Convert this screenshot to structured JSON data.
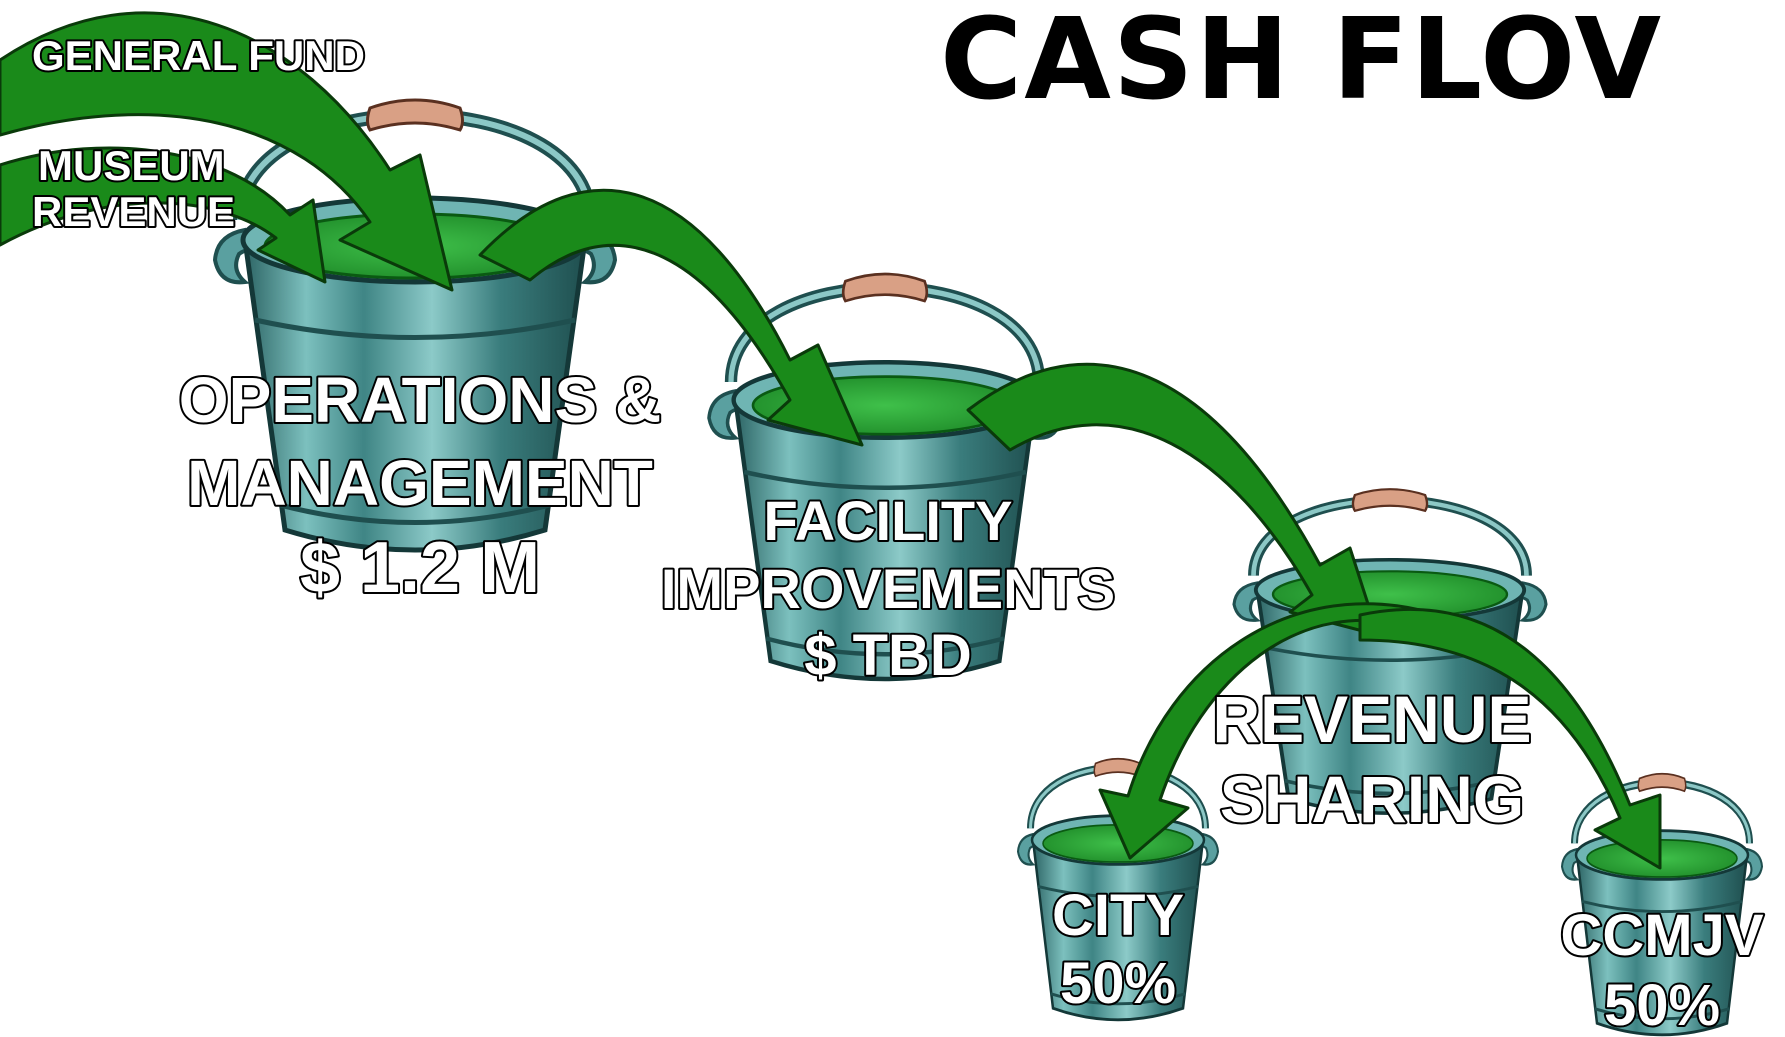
{
  "title": "CASH FLOV",
  "sources": {
    "general_fund": "GENERAL FUND",
    "museum_revenue": [
      "MUSEUM",
      "REVENUE"
    ]
  },
  "buckets": {
    "operations": {
      "lines": [
        "OPERATIONS &",
        "MANAGEMENT",
        "$ 1.2 M"
      ]
    },
    "facility": {
      "lines": [
        "FACILITY",
        "IMPROVEMENTS",
        "$ TBD"
      ]
    },
    "revenue_sharing": {
      "lines": [
        "REVENUE",
        "SHARING"
      ]
    },
    "city": {
      "lines": [
        "CITY",
        "50%"
      ]
    },
    "ccmjv": {
      "lines": [
        "CCMJV",
        "50%"
      ]
    }
  },
  "colors": {
    "arrow_green": "#1a8a1a",
    "arrow_outline": "#0a3a0a",
    "water_green": "#2ea83a",
    "bucket_teal": "#5aa0a0",
    "bucket_dark": "#1f4f4f",
    "handle_grip": "#d9a085"
  }
}
